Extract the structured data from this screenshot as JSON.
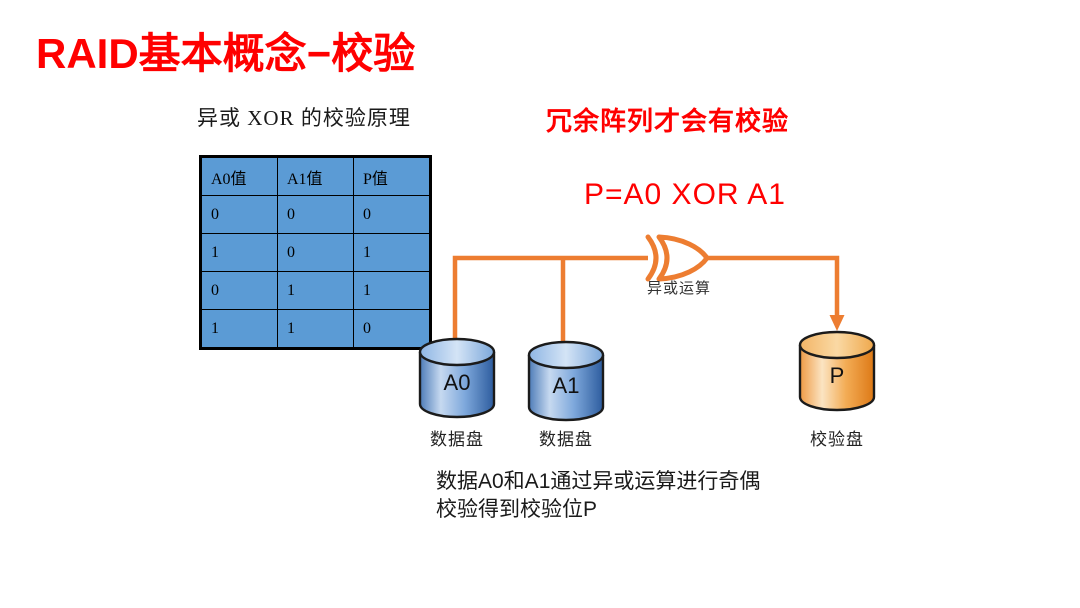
{
  "slide": {
    "title": "RAID基本概念−校验"
  },
  "xor_principle": {
    "heading": "异或 XOR 的校验原理",
    "table": {
      "headers": [
        "A0值",
        "A1值",
        "P值"
      ],
      "rows": [
        [
          "0",
          "0",
          "0"
        ],
        [
          "1",
          "0",
          "1"
        ],
        [
          "0",
          "1",
          "1"
        ],
        [
          "1",
          "1",
          "0"
        ]
      ]
    }
  },
  "parity_diagram": {
    "heading": "冗余阵列才会有校验",
    "formula": "P=A0 XOR A1",
    "xor_gate_label": "异或运算",
    "disks": [
      {
        "label": "A0",
        "caption": "数据盘",
        "kind": "data"
      },
      {
        "label": "A1",
        "caption": "数据盘",
        "kind": "data"
      },
      {
        "label": "P",
        "caption": "校验盘",
        "kind": "parity"
      }
    ],
    "description": [
      "数据A0和A1通过异或运算进行奇偶",
      "校验得到校验位P"
    ]
  },
  "colors": {
    "title_red": "#FF0000",
    "table_blue": "#5B9BD5",
    "connector_orange": "#ED7D31",
    "disk_blue_dark": "#2D5C9E",
    "disk_orange_dark": "#DD7916"
  }
}
